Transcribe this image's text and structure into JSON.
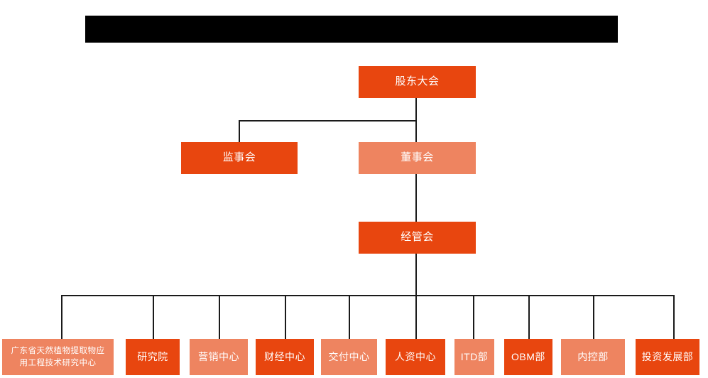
{
  "diagram": {
    "type": "org-chart",
    "title_bar": {
      "name": "redacted-title-bar",
      "text": "",
      "redacted": true,
      "color": "#000000"
    },
    "colors": {
      "dark_orange": "#E8460F",
      "light_orange": "#EE8460",
      "connector": "#1a1a1a",
      "background": "#ffffff",
      "text": "#ffffff"
    },
    "levels": [
      {
        "level": 1,
        "nodes": [
          {
            "id": "shareholders-meeting",
            "label": "股东大会",
            "tone": "dark"
          }
        ]
      },
      {
        "level": 2,
        "nodes": [
          {
            "id": "board-of-supervisors",
            "label": "监事会",
            "tone": "dark"
          },
          {
            "id": "board-of-directors",
            "label": "董事会",
            "tone": "light"
          }
        ]
      },
      {
        "level": 3,
        "nodes": [
          {
            "id": "management-committee",
            "label": "经管会",
            "tone": "dark"
          }
        ]
      },
      {
        "level": 4,
        "nodes": [
          {
            "id": "engineering-research-center",
            "label": "广东省天然植物提取物应用工程技术研究中心",
            "label_line1": "广东省天然植物提取物应",
            "label_line2": "用工程技术研究中心",
            "tone": "light"
          },
          {
            "id": "research-institute",
            "label": "研究院",
            "tone": "dark"
          },
          {
            "id": "marketing-center",
            "label": "营销中心",
            "tone": "light"
          },
          {
            "id": "finance-center",
            "label": "财经中心",
            "tone": "dark"
          },
          {
            "id": "delivery-center",
            "label": "交付中心",
            "tone": "light"
          },
          {
            "id": "human-resources-center",
            "label": "人资中心",
            "tone": "dark"
          },
          {
            "id": "itd-department",
            "label": "ITD部",
            "tone": "light"
          },
          {
            "id": "obm-department",
            "label": "OBM部",
            "tone": "dark"
          },
          {
            "id": "internal-control-department",
            "label": "内控部",
            "tone": "light"
          },
          {
            "id": "investment-development-department",
            "label": "投资发展部",
            "tone": "dark"
          }
        ]
      }
    ]
  }
}
